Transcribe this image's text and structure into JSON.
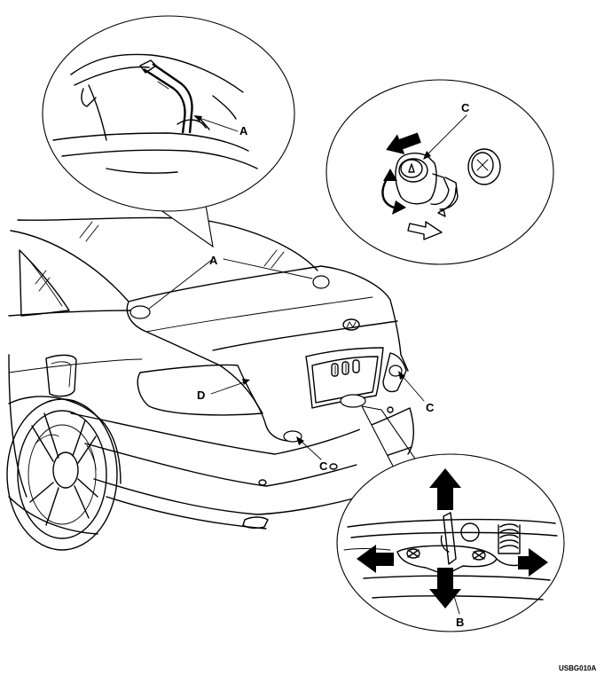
{
  "labels": {
    "A": "A",
    "B": "B",
    "C": "C",
    "D": "D"
  },
  "figure_code": "USBG010A"
}
